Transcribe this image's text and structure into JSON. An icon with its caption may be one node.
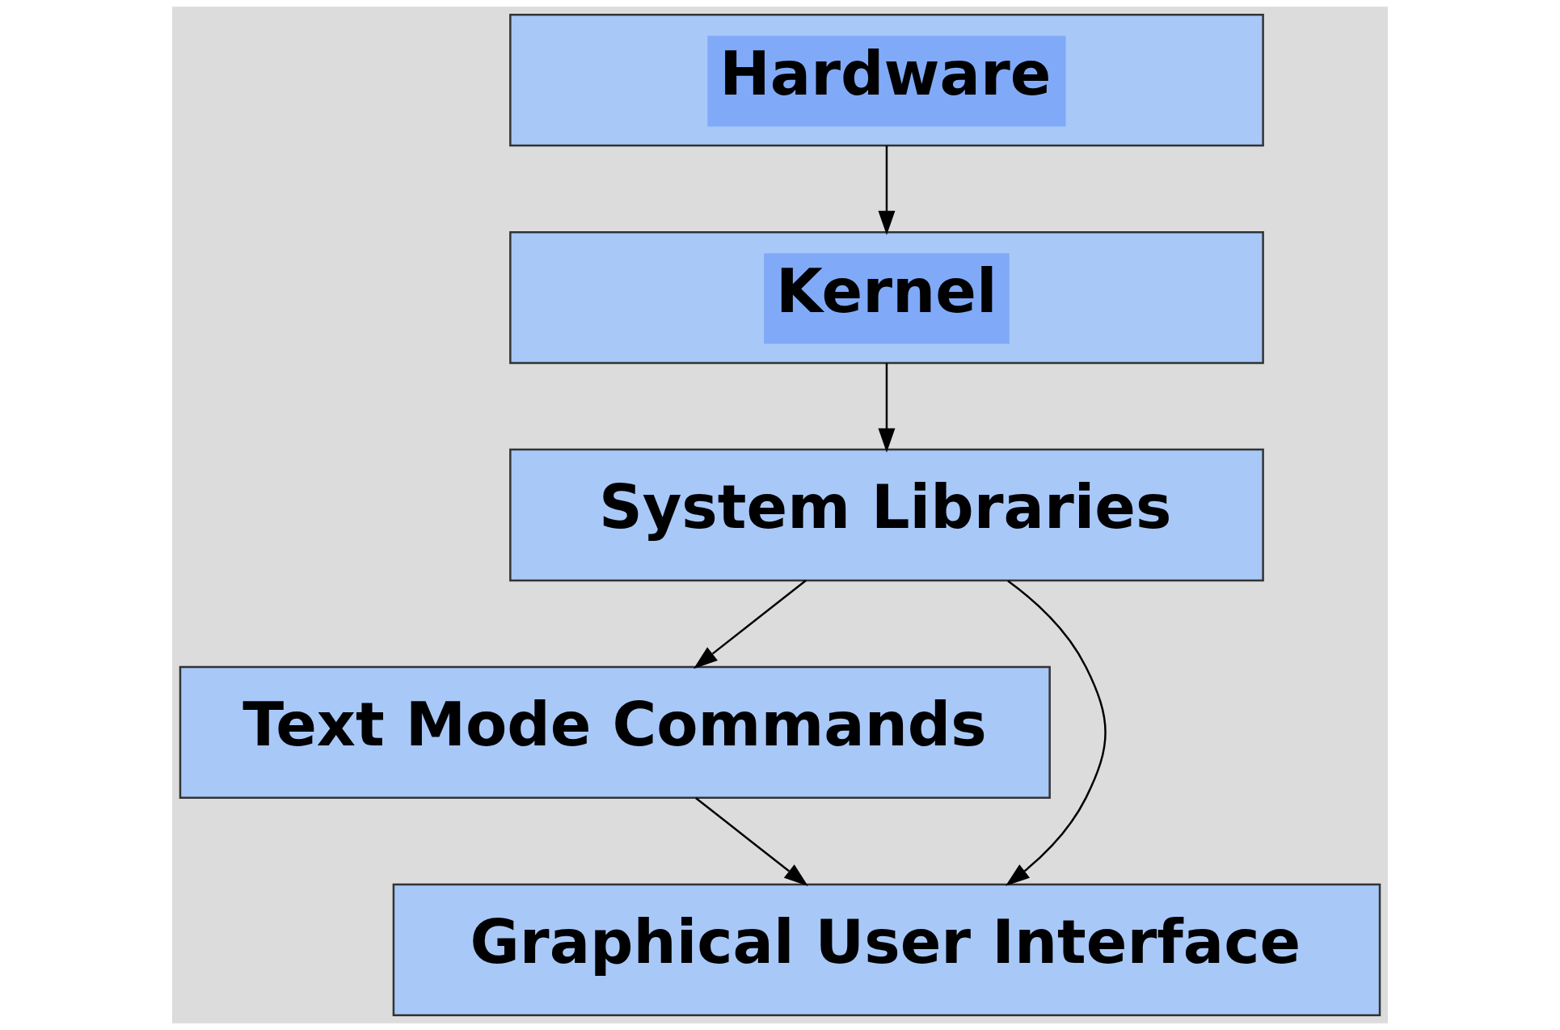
{
  "diagram": {
    "nodes": [
      {
        "text": [
          "Hardware"
        ]
      },
      {
        "text": [
          "Kernel"
        ]
      },
      {
        "text": [
          "System Libraries"
        ]
      },
      {
        "text": [
          "Text Mode Commands"
        ]
      },
      {
        "text": [
          "Graphical User Interface"
        ]
      }
    ],
    "edges": [
      {
        "from": 0,
        "to": 1,
        "arrow": "to"
      },
      {
        "from": 1,
        "to": 2,
        "arrow": "to"
      },
      {
        "from": 2,
        "to": 4,
        "arrow": "to"
      },
      {
        "from": 2,
        "to": 3,
        "arrow": "to"
      },
      {
        "from": 3,
        "to": 4,
        "arrow": "to"
      }
    ]
  }
}
